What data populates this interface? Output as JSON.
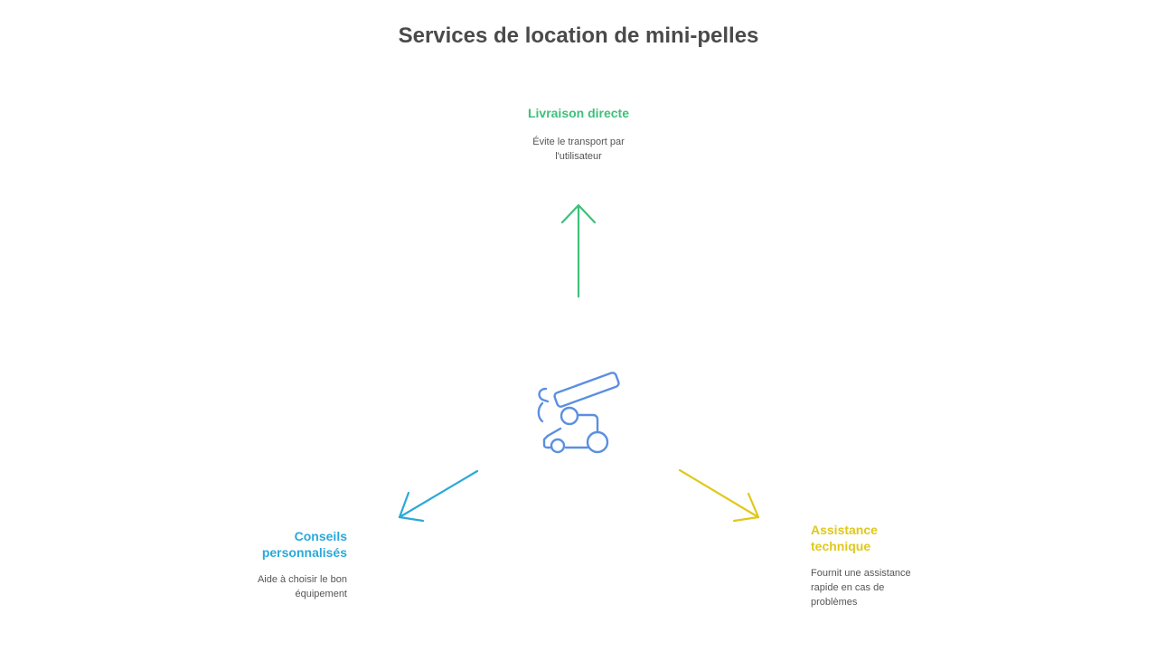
{
  "title": "Services de location de mini-pelles",
  "colors": {
    "top": "#3ec07a",
    "left": "#2aa9d9",
    "right": "#e0c81a",
    "center_icon": "#5b8fe0",
    "title": "#4a4a4a"
  },
  "center": {
    "icon": "mini-excavator-icon"
  },
  "nodes": {
    "top": {
      "title": "Livraison directe",
      "description_lines": [
        "Évite le transport par",
        "l'utilisateur"
      ]
    },
    "left": {
      "title_lines": [
        "Conseils",
        "personnalisés"
      ],
      "description_lines": [
        "Aide à choisir le bon",
        "équipement"
      ]
    },
    "right": {
      "title_lines": [
        "Assistance",
        "technique"
      ],
      "description_lines": [
        "Fournit une assistance",
        "rapide en cas de",
        "problèmes"
      ]
    }
  }
}
